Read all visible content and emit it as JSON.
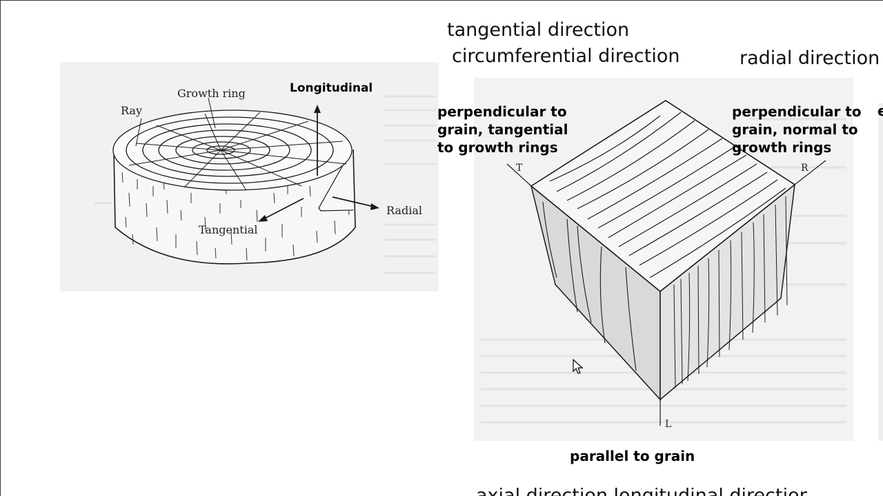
{
  "slide": {
    "title_tangential": "tangential direction",
    "title_circumferential": "circumferential direction",
    "title_radial": "radial direction",
    "label_perp_tangential": "perpendicular to\ngrain, tangential\nto growth rings",
    "label_perp_normal": "perpendicular to\ngrain, normal to\ngrowth rings",
    "label_parallel": "parallel to grain",
    "clipped_bold_fragment": "e",
    "clipped_bottom_text": "axial direction    longitudinal direction"
  },
  "log_diagram": {
    "label_growth_ring": "Growth ring",
    "label_ray": "Ray",
    "label_longitudinal": "Longitudinal",
    "label_tangential": "Tangential",
    "label_radial": "Radial"
  },
  "cube_diagram": {
    "axis_T": "T",
    "axis_R": "R",
    "axis_L": "L"
  },
  "colors": {
    "panel_bg": "#f1f1ef",
    "ink": "#1a1a1a",
    "shaded_face": "#cfcfcf"
  }
}
